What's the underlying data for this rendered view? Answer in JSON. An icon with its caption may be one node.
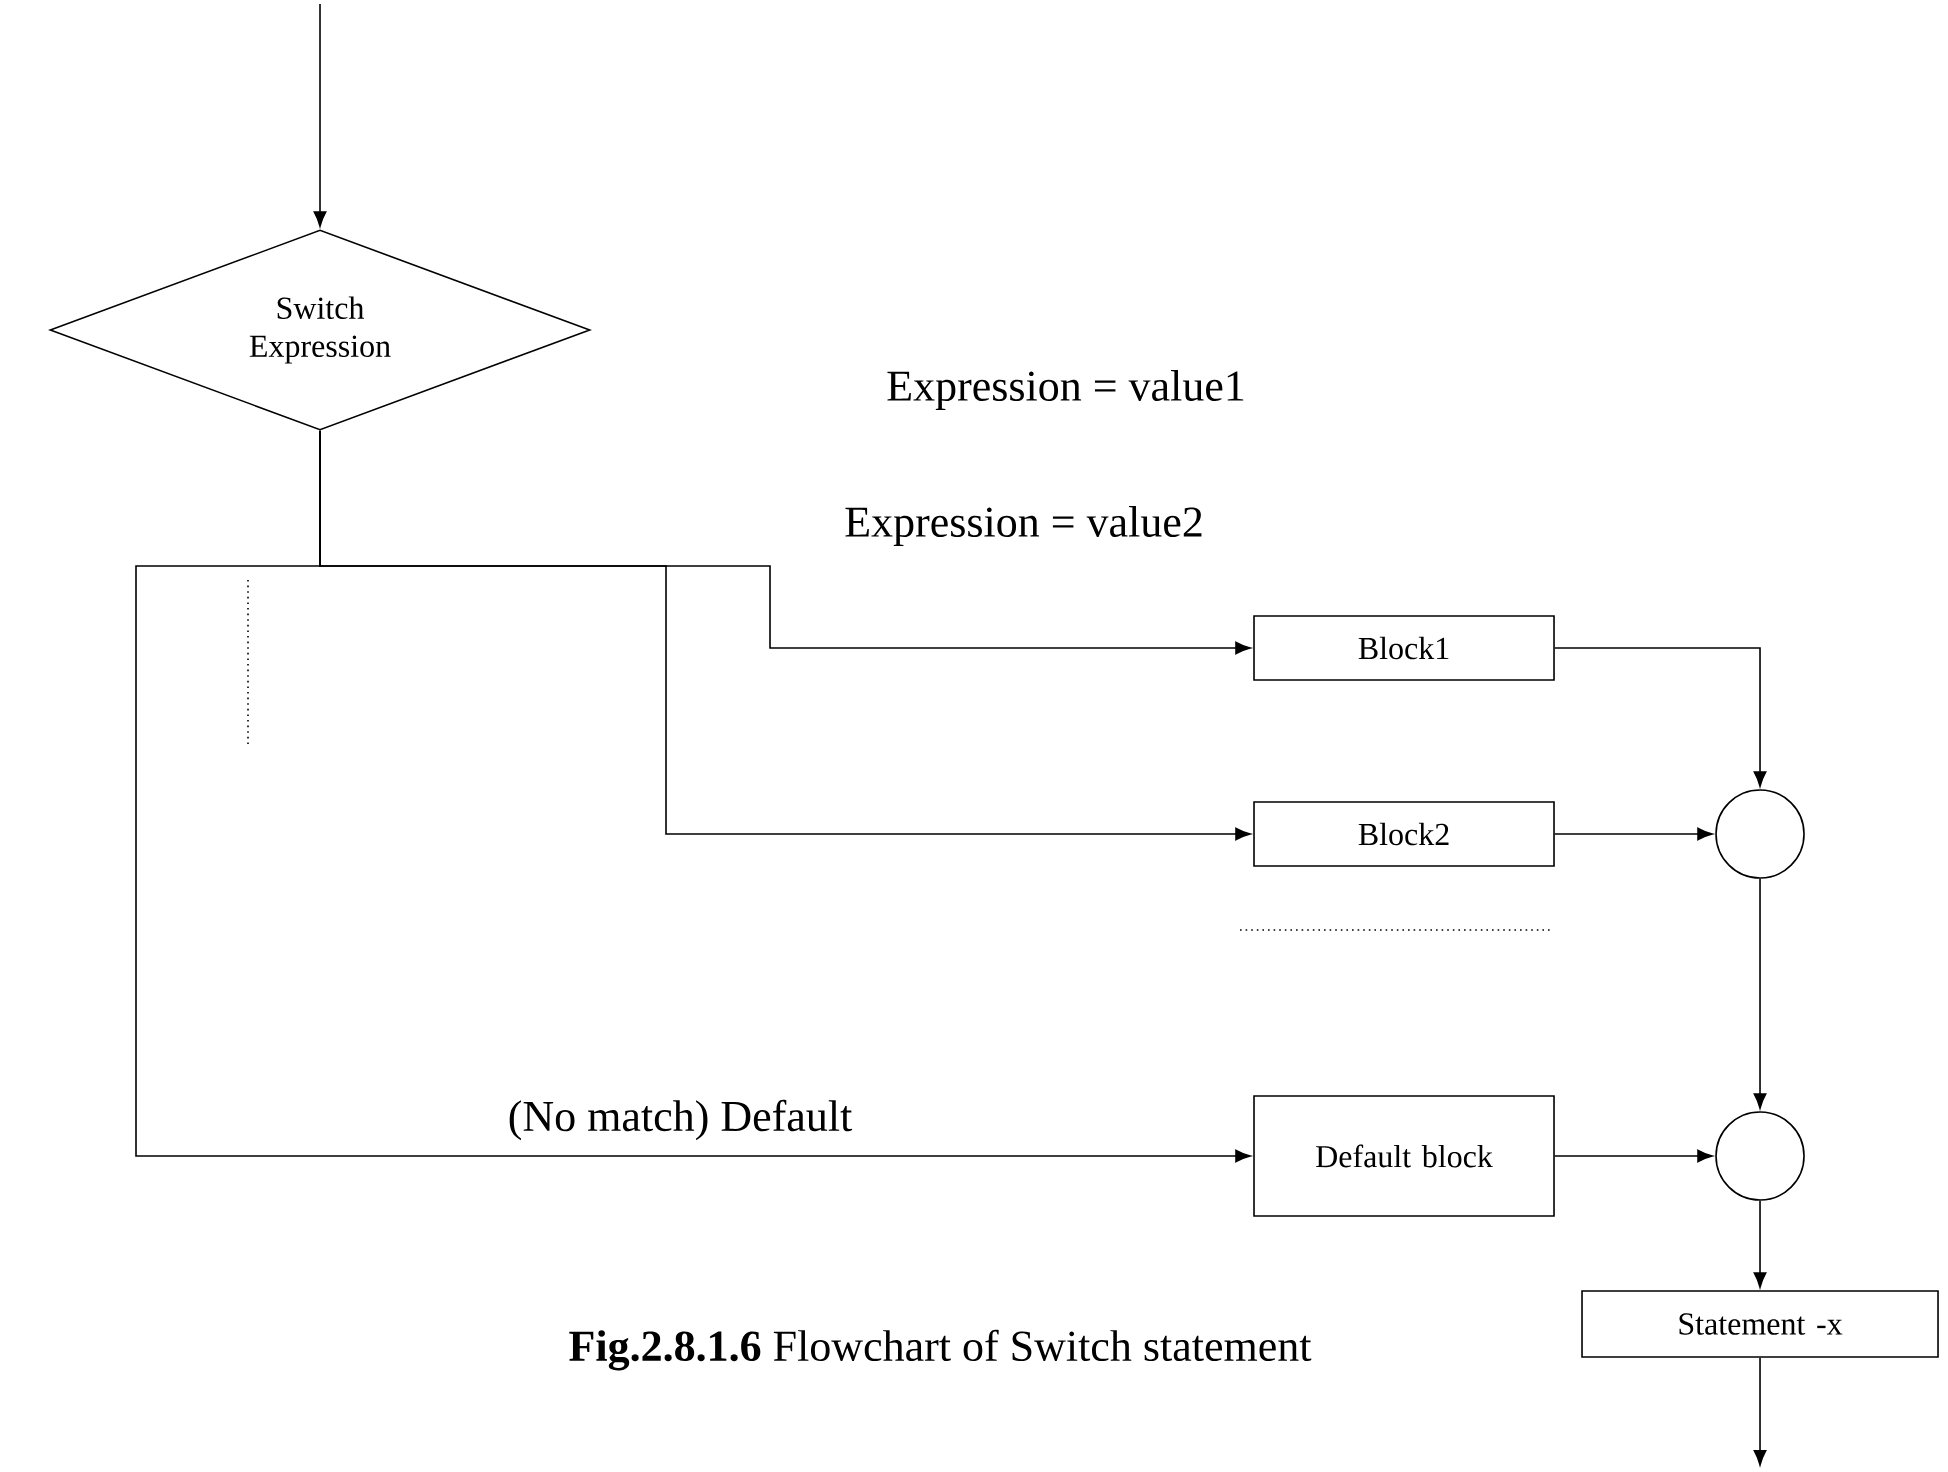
{
  "diagram": {
    "caption": "**Fig.2.8.1.6** Flowchart of Switch statement",
    "nodes": [
      {
        "text": [
          "Switch Expression"
        ]
      },
      {
        "text": [
          "Block1"
        ]
      },
      {
        "text": [
          "Block2"
        ]
      },
      {
        "text": [
          "Default block"
        ]
      },
      {
        "text": [],
        "shape": "circle"
      },
      {
        "text": [],
        "shape": "circle"
      },
      {
        "text": [
          "Statement -x"
        ]
      }
    ],
    "edges": [
      {
        "from": null,
        "to": 0,
        "arrow": "to"
      },
      {
        "from": 0,
        "to": 1,
        "arrow": "to",
        "label": "Expression = value1"
      },
      {
        "from": 0,
        "to": 2,
        "arrow": "to",
        "label": "Expression = value2"
      },
      {
        "from": 0,
        "to": 3,
        "arrow": "to",
        "label": "(No match) Default"
      },
      {
        "from": 1,
        "to": 4,
        "arrow": "to"
      },
      {
        "from": 2,
        "to": 4,
        "arrow": "to"
      },
      {
        "from": 4,
        "to": 5,
        "arrow": "to"
      },
      {
        "from": 3,
        "to": 5,
        "arrow": "to"
      },
      {
        "from": 5,
        "to": 6,
        "arrow": "to"
      },
      {
        "from": 6,
        "to": null,
        "arrow": "to"
      }
    ]
  }
}
